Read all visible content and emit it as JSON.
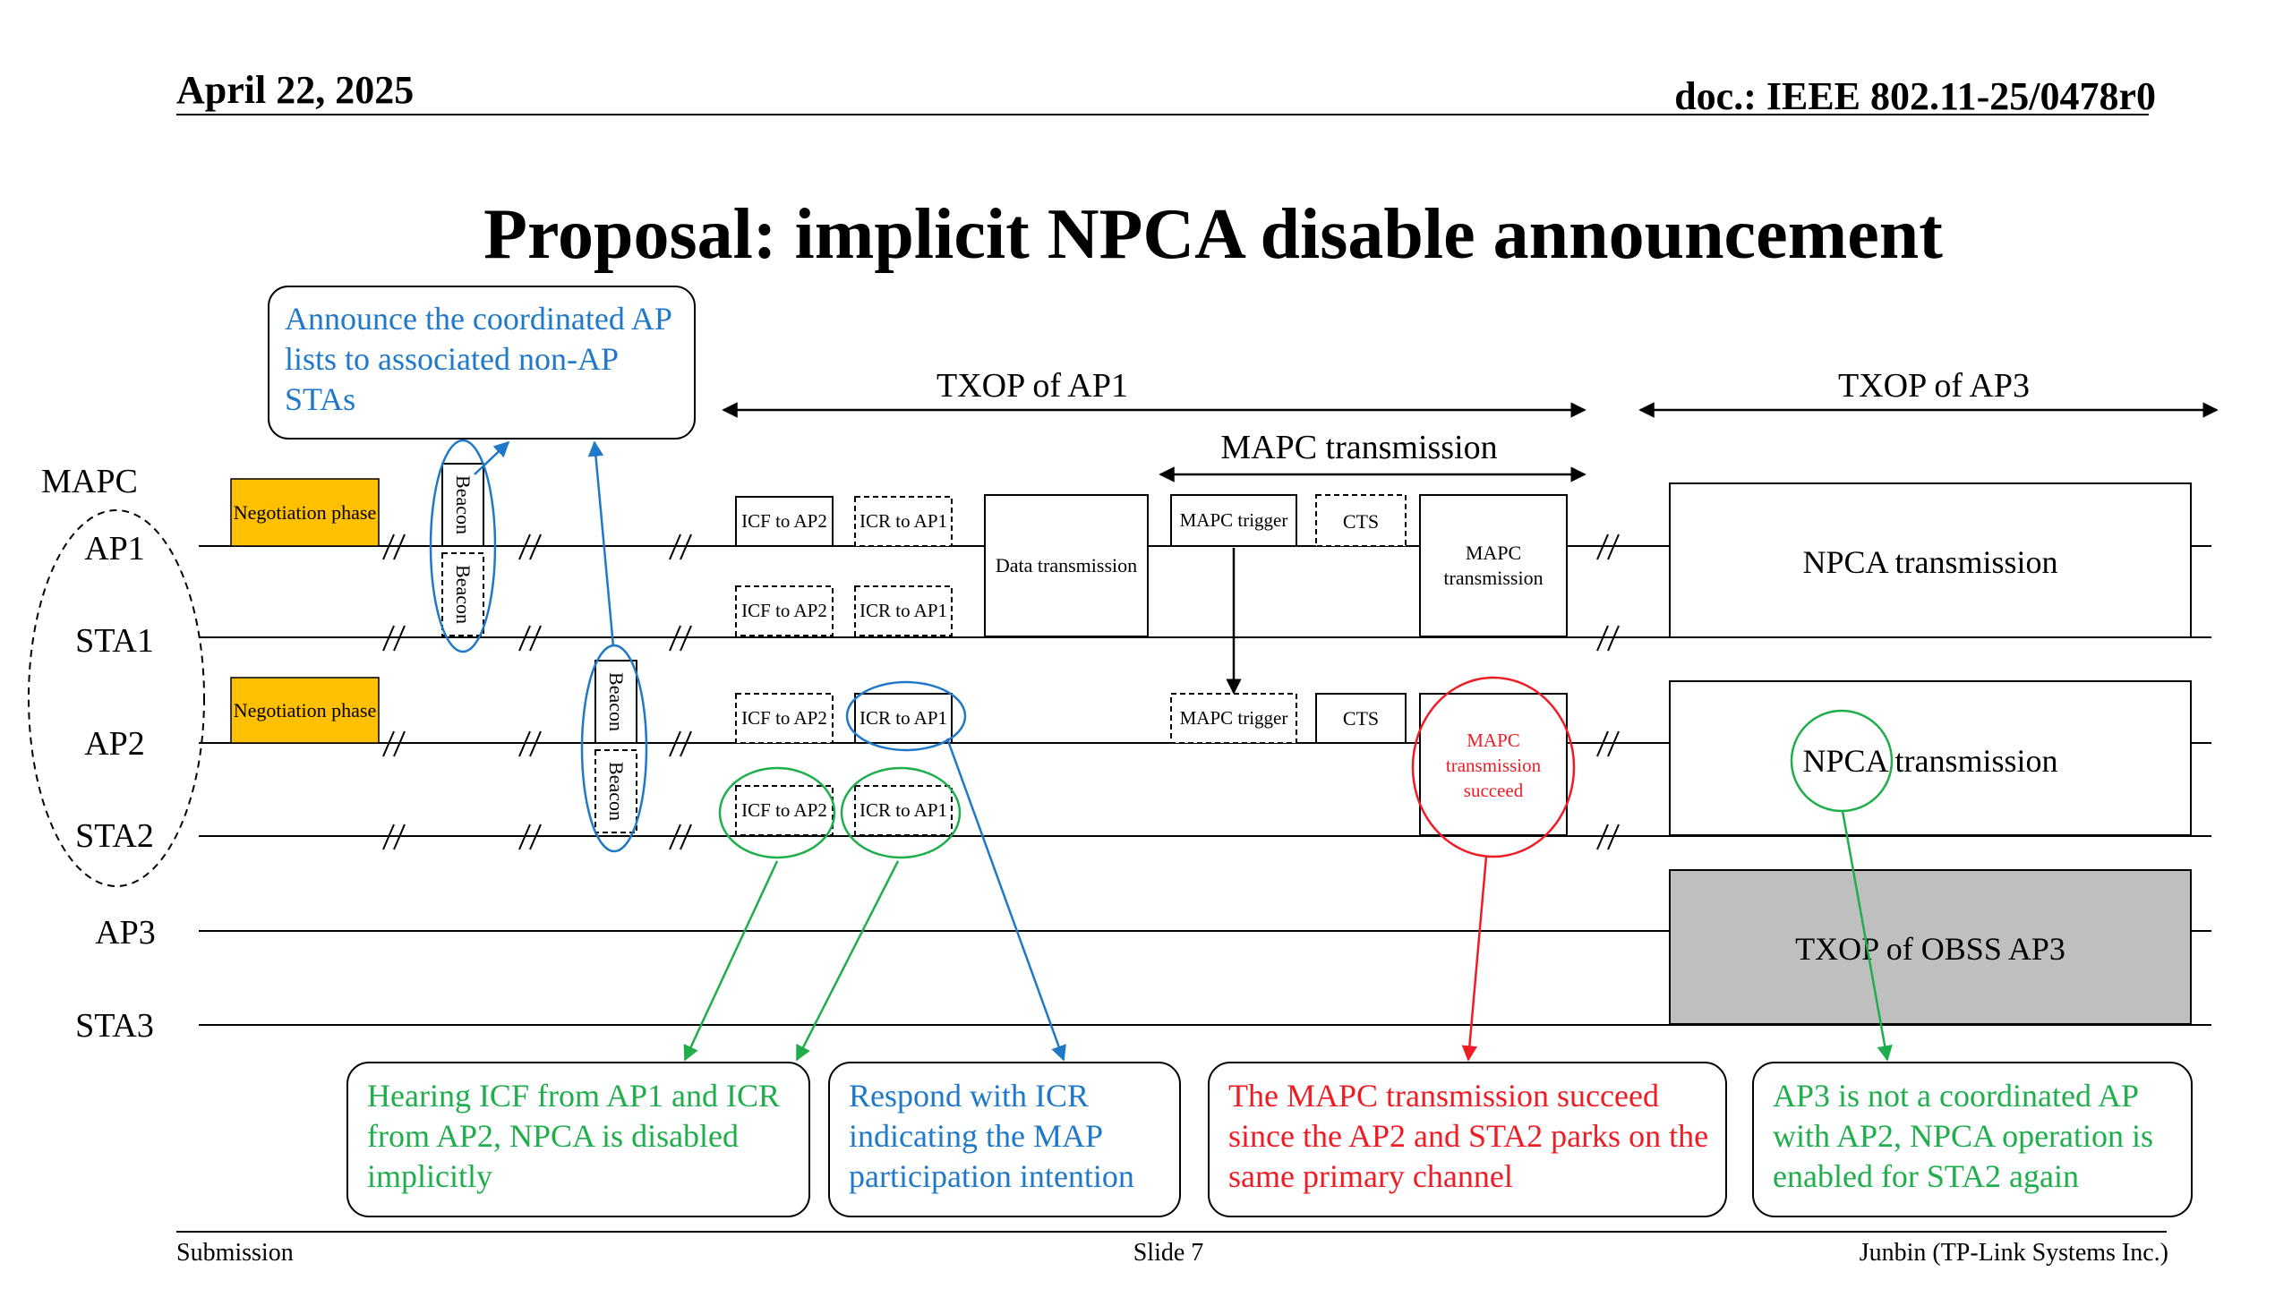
{
  "header": {
    "date": "April 22, 2025",
    "doc_id": "doc.: IEEE 802.11-25/0478r0"
  },
  "title": "Proposal: implicit NPCA disable announcement",
  "rows": {
    "mapc": "MAPC",
    "ap1": "AP1",
    "sta1": "STA1",
    "ap2": "AP2",
    "sta2": "STA2",
    "ap3": "AP3",
    "sta3": "STA3"
  },
  "spans": {
    "txop_ap1": "TXOP of AP1",
    "txop_ap3": "TXOP of AP3",
    "mapc_transmission": "MAPC transmission"
  },
  "frames": {
    "negotiation_1": "Negotiation phase",
    "negotiation_2": "Negotiation phase",
    "beacon": "Beacon",
    "icf_to_ap2": "ICF to AP2",
    "icr_to_ap1": "ICR to AP1",
    "data_transmission": "Data transmission",
    "mapc_trigger": "MAPC trigger",
    "cts": "CTS",
    "mapc_tx": "MAPC transmission",
    "mapc_tx_succeed": "MAPC transmission succeed",
    "npca_tx_ap1": "NPCA transmission",
    "npca_tx_ap2": "NPCA transmission",
    "txop_obss_ap3": "TXOP of OBSS AP3"
  },
  "callouts": {
    "announce": "Announce the coordinated AP lists to associated non-AP STAs",
    "hearing": "Hearing ICF from AP1 and ICR from AP2, NPCA is disabled implicitly",
    "respond": "Respond with ICR indicating the MAP participation intention",
    "succeed": "The MAPC transmission succeed since the AP2 and STA2 parks on the same primary channel",
    "ap3_note": "AP3 is not a coordinated AP with AP2, NPCA operation is enabled for STA2 again"
  },
  "footer": {
    "submission": "Submission",
    "slide": "Slide 7",
    "author": "Junbin (TP-Link Systems Inc.)"
  },
  "colors": {
    "blue": "#1f78c8",
    "green": "#1fae4b",
    "red": "#ee1c24",
    "negotiation_fill": "#ffc000",
    "obss_fill": "#bfbfbf"
  }
}
